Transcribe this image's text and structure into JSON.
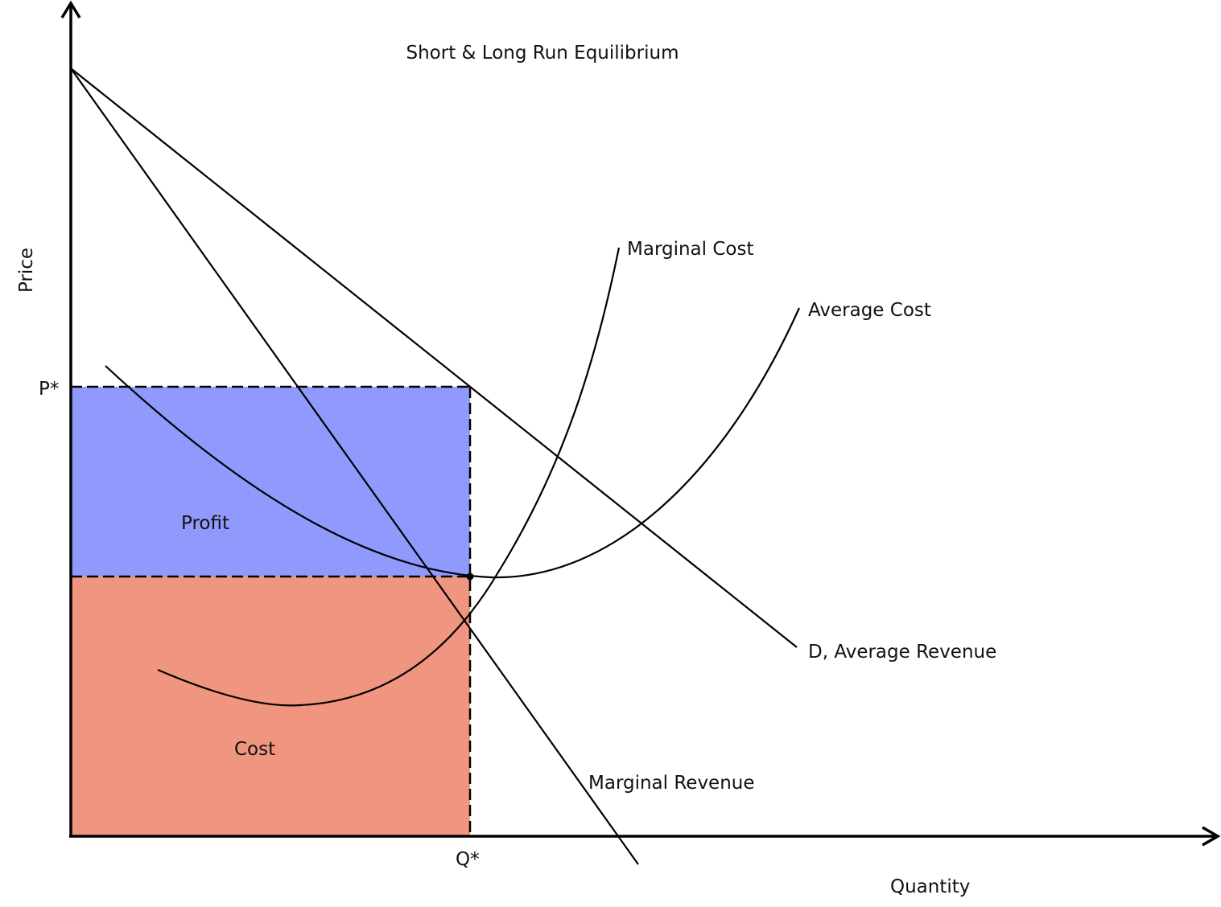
{
  "title": "Short & Long Run Equilibrium",
  "axes": {
    "x_label": "Quantity",
    "y_label": "Price",
    "x_tick": "Q*",
    "y_tick": "P*"
  },
  "areas": {
    "profit_label": "Profit",
    "cost_label": "Cost",
    "profit_color": "#9099fc",
    "cost_color": "#ef9580"
  },
  "curves": {
    "marginal_cost": "Marginal Cost",
    "average_cost": "Average Cost",
    "demand": "D, Average Revenue",
    "marginal_revenue": "Marginal Revenue"
  }
}
